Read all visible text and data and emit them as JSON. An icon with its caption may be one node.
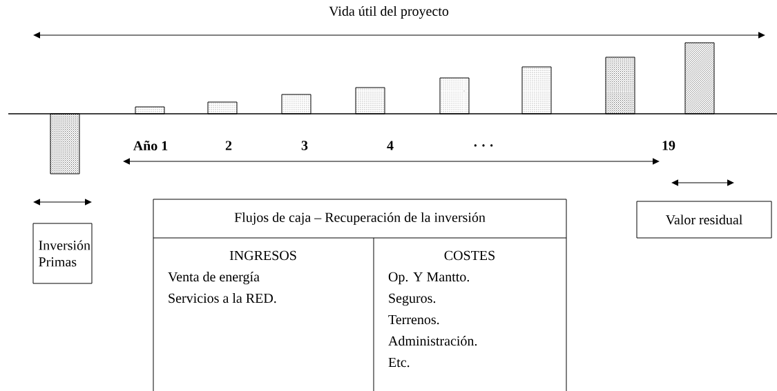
{
  "diagram": {
    "nodes": [
      {
        "text": [
          "Inversión Primas"
        ]
      },
      {
        "text": [
          "Flujos de caja – Recuperación de la inversión"
        ]
      },
      {
        "text": [
          "INGRESOS",
          "Venta de energía",
          "Servicios a la RED."
        ],
        "in": 1
      },
      {
        "text": [
          "COSTES",
          "Op. Y Mantto.",
          "Seguros.",
          "Terrenos.",
          "Administración.",
          "Etc."
        ],
        "in": 1
      },
      {
        "text": [
          "Valor  residual"
        ]
      }
    ],
    "labels": [
      "Vida útil del proyecto",
      "Año 1",
      "2",
      "3",
      "4",
      ". . .",
      "19"
    ]
  }
}
